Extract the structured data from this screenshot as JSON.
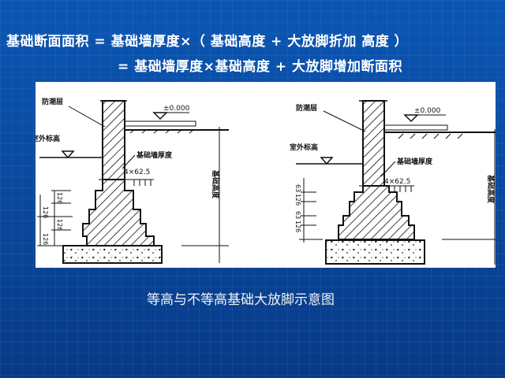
{
  "formula": {
    "line1": "基础断面面积 = 基础墙厚度×（ 基础高度 + 大放脚折加 高度 ）",
    "line2": "= 基础墙厚度×基础高度 + 大放脚增加断面积"
  },
  "diagram_left": {
    "damp_layer": "防潮层",
    "elevation": "±0.000",
    "outdoor_level": "室外标高",
    "wall_thickness": "基础墙厚度",
    "step_dim": "4×62.5",
    "height_label": "基础高度",
    "step_heights": [
      "126",
      "126",
      "126",
      "126"
    ]
  },
  "diagram_right": {
    "damp_layer": "防潮层",
    "elevation": "±0.000",
    "outdoor_level": "室外标高",
    "wall_thickness": "基础墙厚度",
    "step_dim": "4×62.5",
    "height_label": "基础高度",
    "step_heights": [
      "63",
      "126",
      "63",
      "126"
    ]
  },
  "caption": "等高与不等高基础大放脚示意图"
}
